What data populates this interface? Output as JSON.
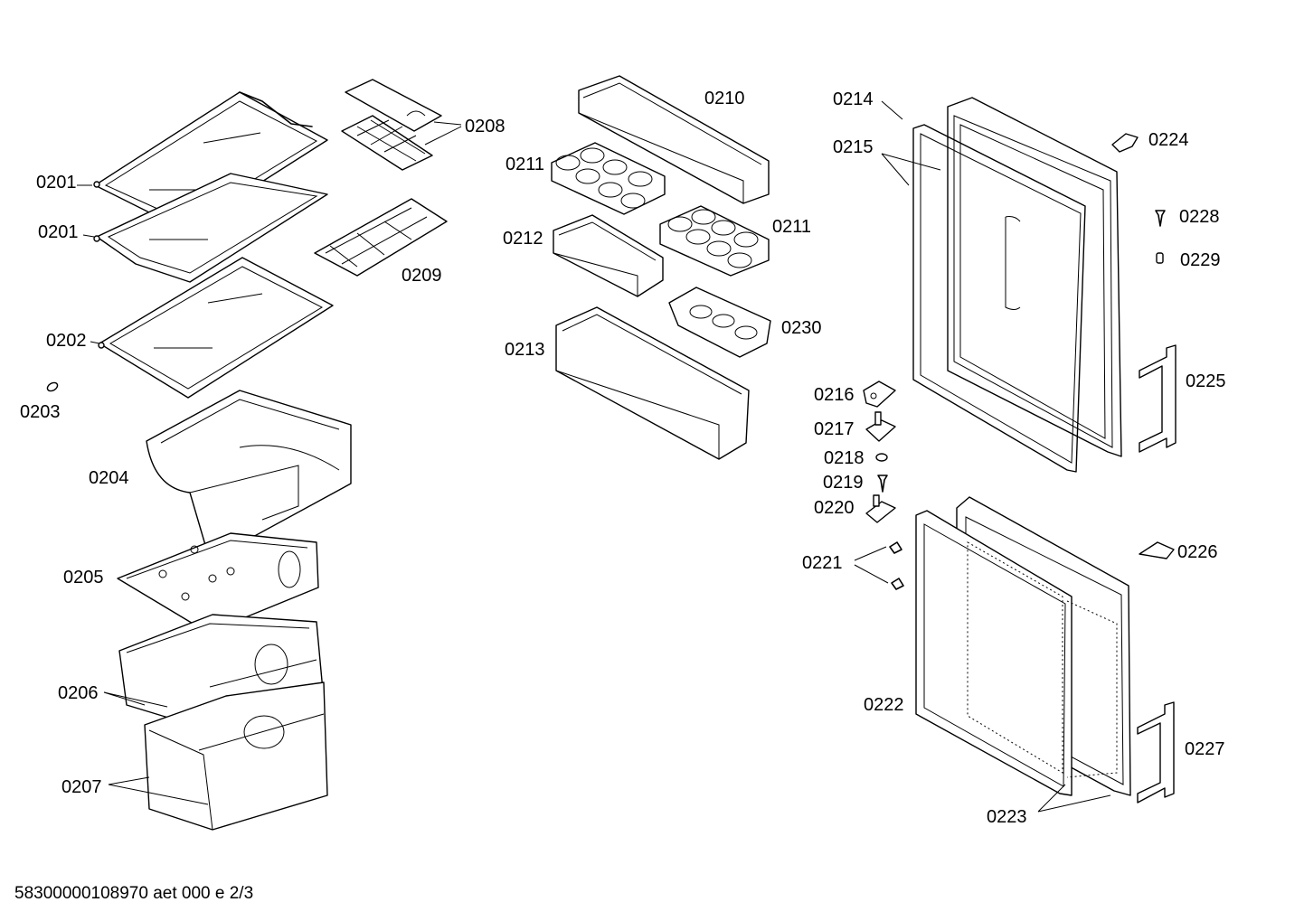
{
  "labels": {
    "p0201a": "0201",
    "p0201b": "0201",
    "p0202": "0202",
    "p0203": "0203",
    "p0204": "0204",
    "p0205": "0205",
    "p0206": "0206",
    "p0207": "0207",
    "p0208": "0208",
    "p0209": "0209",
    "p0210": "0210",
    "p0211a": "0211",
    "p0211b": "0211",
    "p0212": "0212",
    "p0213": "0213",
    "p0230": "0230",
    "p0214": "0214",
    "p0215": "0215",
    "p0216": "0216",
    "p0217": "0217",
    "p0218": "0218",
    "p0219": "0219",
    "p0220": "0220",
    "p0221": "0221",
    "p0222": "0222",
    "p0223": "0223",
    "p0224": "0224",
    "p0225": "0225",
    "p0226": "0226",
    "p0227": "0227",
    "p0228": "0228",
    "p0229": "0229"
  },
  "footer": "58300000108970 aet 000 e 2/3"
}
